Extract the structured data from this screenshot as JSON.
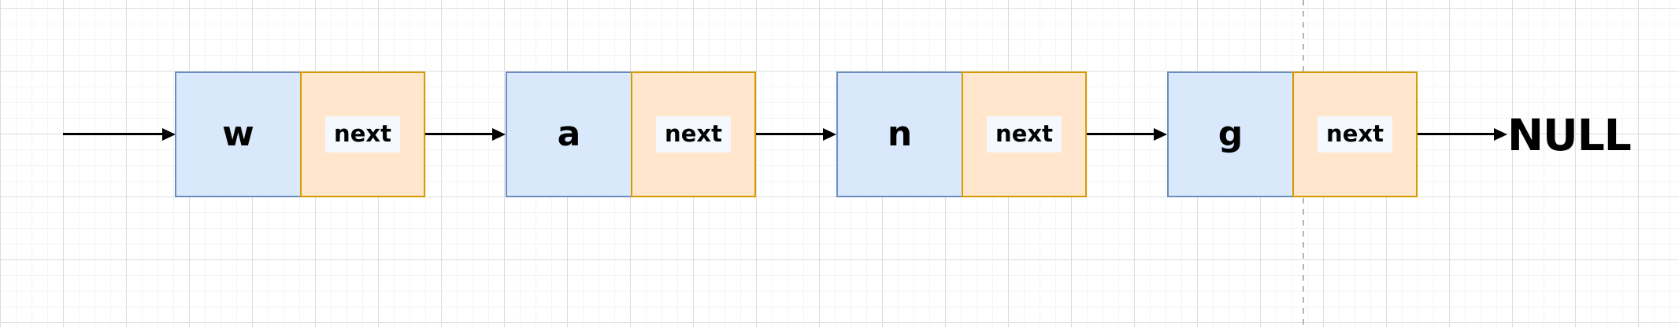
{
  "diagram": {
    "type": "singly-linked-list",
    "nodes": [
      {
        "value": "w",
        "pointer_label": "next"
      },
      {
        "value": "a",
        "pointer_label": "next"
      },
      {
        "value": "n",
        "pointer_label": "next"
      },
      {
        "value": "g",
        "pointer_label": "next"
      }
    ],
    "terminator": "NULL",
    "colors": {
      "data_cell_fill": "#dae8fc",
      "data_cell_border": "#6c8ebf",
      "pointer_cell_fill": "#ffe6cc",
      "pointer_cell_border": "#d79b00",
      "arrow": "#000000",
      "label_background": "#f5f8fc",
      "grid_minor": "#f4f4f4",
      "grid_major": "#dddddd",
      "page_break_line": "#b5b5b5",
      "canvas_background": "#ffffff"
    }
  }
}
